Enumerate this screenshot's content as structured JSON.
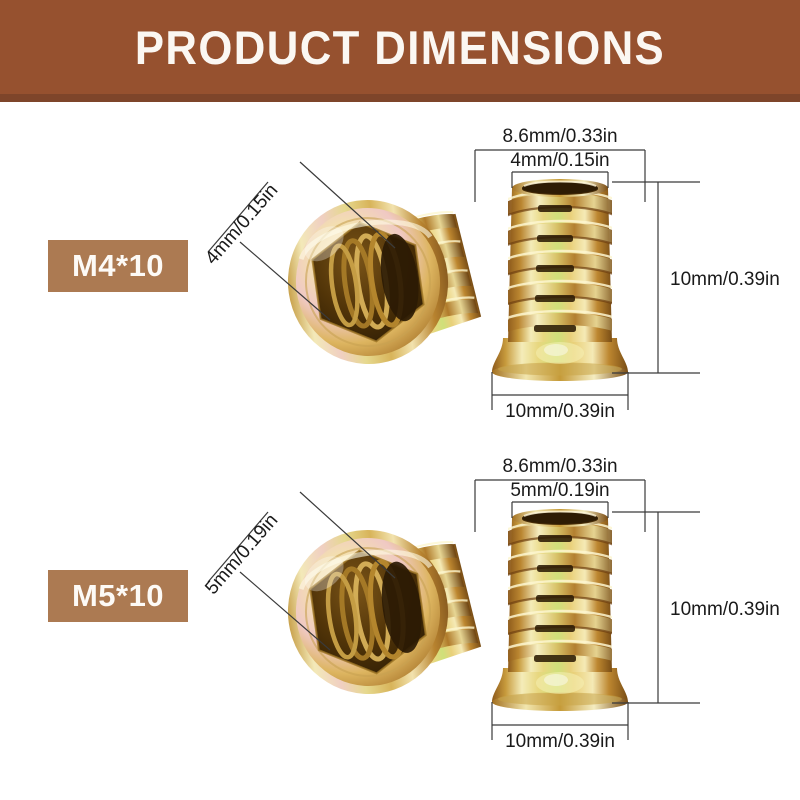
{
  "header": {
    "title": "PRODUCT DIMENSIONS",
    "bg_color": "#96512f",
    "strip_color": "#7e452a",
    "text_color": "#fbf7f2"
  },
  "badge_color": "#ac7a52",
  "line_color": "#3a3a3a",
  "products": [
    {
      "id": "m4",
      "label": "M4*10",
      "dimensions": {
        "outer_diameter": "8.6mm/0.33in",
        "inner_diameter": "4mm/0.15in",
        "height": "10mm/0.39in",
        "base_diameter": "10mm/0.39in",
        "thread_callout": "4mm/0.15in"
      }
    },
    {
      "id": "m5",
      "label": "M5*10",
      "dimensions": {
        "outer_diameter": "8.6mm/0.33in",
        "inner_diameter": "5mm/0.19in",
        "height": "10mm/0.39in",
        "base_diameter": "10mm/0.39in",
        "thread_callout": "5mm/0.19in"
      }
    }
  ]
}
